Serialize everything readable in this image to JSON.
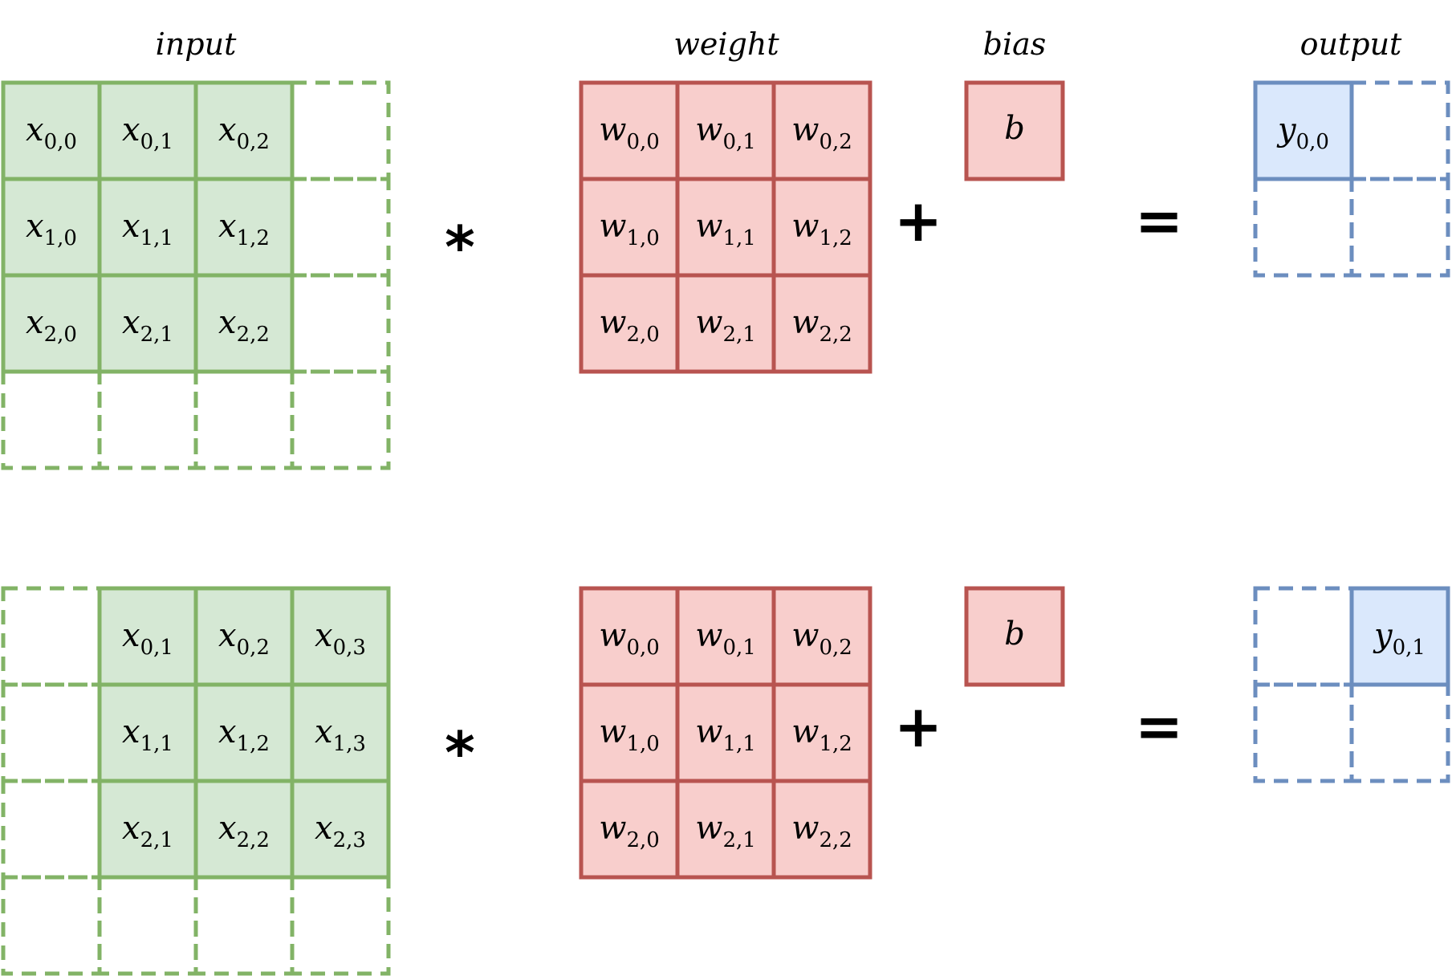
{
  "headers": {
    "input": "input",
    "weight": "weight",
    "bias": "bias",
    "output": "output"
  },
  "colors": {
    "input_fill": "#d5e8d4",
    "input_stroke": "#82b366",
    "weight_fill": "#f8cecc",
    "weight_stroke": "#b85450",
    "output_fill": "#dae8fc",
    "output_stroke": "#6c8ebf"
  },
  "operators": {
    "conv": "*",
    "plus": "+",
    "equals": "="
  },
  "rows": [
    {
      "input_grid": {
        "rows": 4,
        "cols": 4,
        "active_cols": [
          0,
          1,
          2
        ],
        "cells": [
          [
            {
              "v": "x",
              "s": "0,0"
            },
            {
              "v": "x",
              "s": "0,1"
            },
            {
              "v": "x",
              "s": "0,2"
            }
          ],
          [
            {
              "v": "x",
              "s": "1,0"
            },
            {
              "v": "x",
              "s": "1,1"
            },
            {
              "v": "x",
              "s": "1,2"
            }
          ],
          [
            {
              "v": "x",
              "s": "2,0"
            },
            {
              "v": "x",
              "s": "2,1"
            },
            {
              "v": "x",
              "s": "2,2"
            }
          ]
        ]
      },
      "weight_cells": [
        [
          {
            "v": "w",
            "s": "0,0"
          },
          {
            "v": "w",
            "s": "0,1"
          },
          {
            "v": "w",
            "s": "0,2"
          }
        ],
        [
          {
            "v": "w",
            "s": "1,0"
          },
          {
            "v": "w",
            "s": "1,1"
          },
          {
            "v": "w",
            "s": "1,2"
          }
        ],
        [
          {
            "v": "w",
            "s": "2,0"
          },
          {
            "v": "w",
            "s": "2,1"
          },
          {
            "v": "w",
            "s": "2,2"
          }
        ]
      ],
      "bias": "b",
      "output": {
        "rows": 2,
        "cols": 2,
        "active_row": 0,
        "active_col": 0,
        "v": "y",
        "s": "0,0"
      }
    },
    {
      "input_grid": {
        "rows": 4,
        "cols": 4,
        "active_cols": [
          1,
          2,
          3
        ],
        "cells": [
          [
            {
              "v": "x",
              "s": "0,1"
            },
            {
              "v": "x",
              "s": "0,2"
            },
            {
              "v": "x",
              "s": "0,3"
            }
          ],
          [
            {
              "v": "x",
              "s": "1,1"
            },
            {
              "v": "x",
              "s": "1,2"
            },
            {
              "v": "x",
              "s": "1,3"
            }
          ],
          [
            {
              "v": "x",
              "s": "2,1"
            },
            {
              "v": "x",
              "s": "2,2"
            },
            {
              "v": "x",
              "s": "2,3"
            }
          ]
        ]
      },
      "weight_cells": [
        [
          {
            "v": "w",
            "s": "0,0"
          },
          {
            "v": "w",
            "s": "0,1"
          },
          {
            "v": "w",
            "s": "0,2"
          }
        ],
        [
          {
            "v": "w",
            "s": "1,0"
          },
          {
            "v": "w",
            "s": "1,1"
          },
          {
            "v": "w",
            "s": "1,2"
          }
        ],
        [
          {
            "v": "w",
            "s": "2,0"
          },
          {
            "v": "w",
            "s": "2,1"
          },
          {
            "v": "w",
            "s": "2,2"
          }
        ]
      ],
      "bias": "b",
      "output": {
        "rows": 2,
        "cols": 2,
        "active_row": 0,
        "active_col": 1,
        "v": "y",
        "s": "0,1"
      }
    }
  ]
}
